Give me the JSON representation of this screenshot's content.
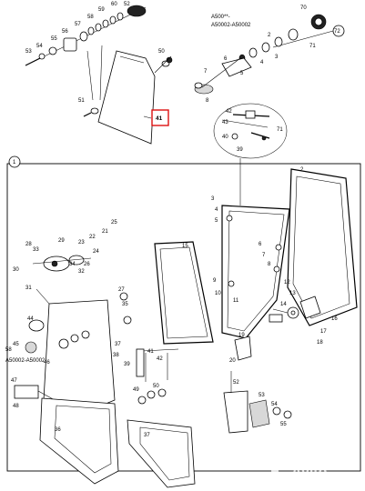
{
  "diagram": {
    "highlight_label": "41",
    "section_marker": "1",
    "inset_marker": "72",
    "variant_labels": {
      "inset": [
        "A500**-",
        "A50002-A50002"
      ],
      "hinge": "A50002-A50002"
    },
    "callouts": {
      "c15": "15",
      "c16": "16",
      "c17": "17",
      "c20": "20",
      "c21": "21",
      "c22": "22",
      "c23": "23",
      "c24": "24",
      "c25": "25",
      "c26": "26",
      "c27": "27",
      "c28": "28",
      "c29": "29",
      "c30": "30",
      "c31": "31",
      "c32": "32",
      "c33": "33",
      "c34": "34",
      "c35": "35",
      "c36": "36",
      "c37": "37",
      "c38": "38",
      "c39": "39",
      "c40": "40",
      "c41": "41",
      "c42": "42",
      "c43": "43",
      "c44": "44",
      "c45": "45",
      "c46": "46",
      "c47": "47",
      "c48": "48",
      "c49": "49",
      "c50": "50",
      "c51": "51",
      "c52": "52",
      "c53": "53",
      "c54": "54",
      "c55": "55",
      "c56": "56",
      "c57": "57",
      "c58": "58",
      "c59": "59",
      "c60": "60",
      "c70": "70",
      "c71": "71",
      "c2": "2",
      "c3": "3",
      "c4": "4",
      "c5": "5",
      "c6": "6",
      "c7": "7",
      "c8": "8",
      "c9": "9",
      "c10": "10",
      "c11": "11",
      "c12": "12",
      "c13": "13",
      "c14": "14",
      "c18": "18",
      "c19": "19"
    }
  },
  "watermark": {
    "brand": "Avito"
  }
}
